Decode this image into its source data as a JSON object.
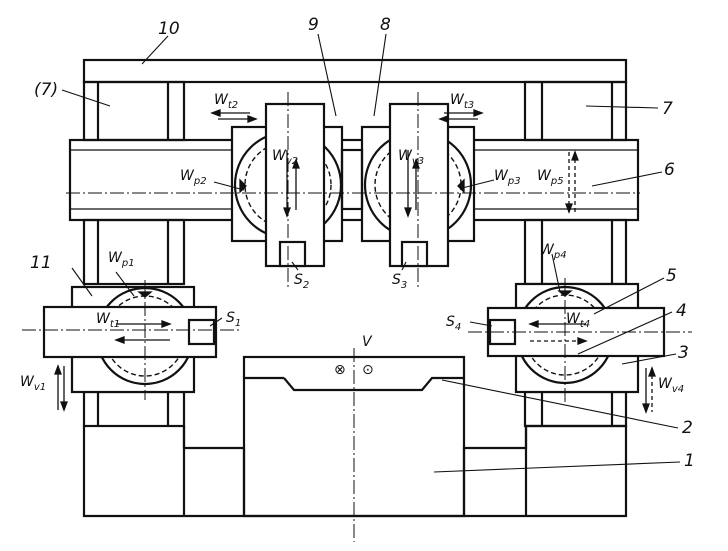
{
  "part_labels": {
    "p1": "1",
    "p2": "2",
    "p3": "3",
    "p4": "4",
    "p5": "5",
    "p6": "6",
    "p7": "7",
    "p7_paren": "(7)",
    "p8": "8",
    "p9": "9",
    "p10": "10",
    "p11": "11"
  },
  "symbols": {
    "wt1": {
      "base": "W",
      "sub": "t1"
    },
    "wt2": {
      "base": "W",
      "sub": "t2"
    },
    "wt3": {
      "base": "W",
      "sub": "t3"
    },
    "wt4": {
      "base": "W",
      "sub": "t4"
    },
    "wp1": {
      "base": "W",
      "sub": "p1"
    },
    "wp2": {
      "base": "W",
      "sub": "p2"
    },
    "wp3": {
      "base": "W",
      "sub": "p3"
    },
    "wp4": {
      "base": "W",
      "sub": "p4"
    },
    "wp5": {
      "base": "W",
      "sub": "p5"
    },
    "wv1": {
      "base": "W",
      "sub": "v1"
    },
    "wv2": {
      "base": "W",
      "sub": "v2"
    },
    "wv3": {
      "base": "W",
      "sub": "v3"
    },
    "wv4": {
      "base": "W",
      "sub": "v4"
    },
    "s1": {
      "base": "S",
      "sub": "1"
    },
    "s2": {
      "base": "S",
      "sub": "2"
    },
    "s3": {
      "base": "S",
      "sub": "3"
    },
    "s4": {
      "base": "S",
      "sub": "4"
    },
    "v": "V",
    "cross_symbol": "⊗",
    "dot_symbol": "⊙"
  }
}
